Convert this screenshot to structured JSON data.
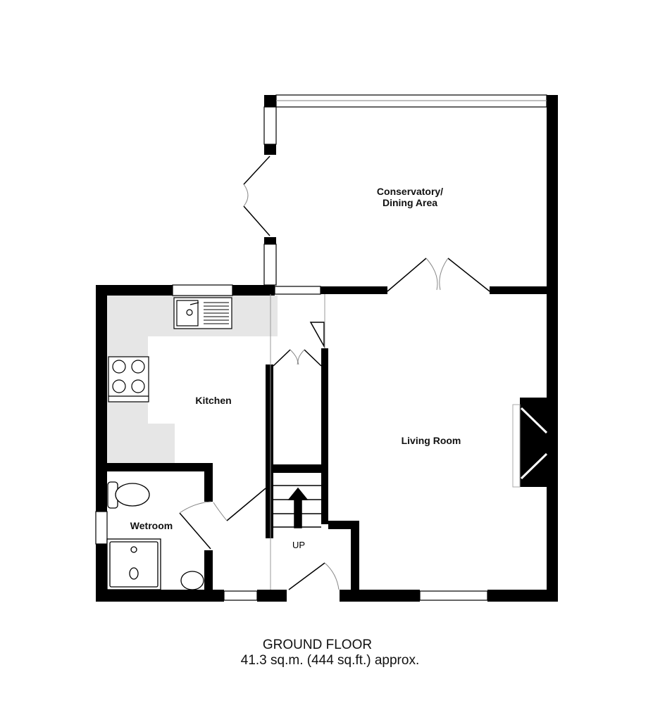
{
  "rooms": {
    "conservatory_line1": "Conservatory/",
    "conservatory_line2": "Dining Area",
    "kitchen": "Kitchen",
    "living_room": "Living Room",
    "wetroom": "Wetroom",
    "stairs": "UP"
  },
  "footer": {
    "floor": "GROUND FLOOR",
    "area": "41.3 sq.m. (444 sq.ft.) approx."
  },
  "colors": {
    "wall": "#000000",
    "worktop": "#e6e6e6"
  }
}
